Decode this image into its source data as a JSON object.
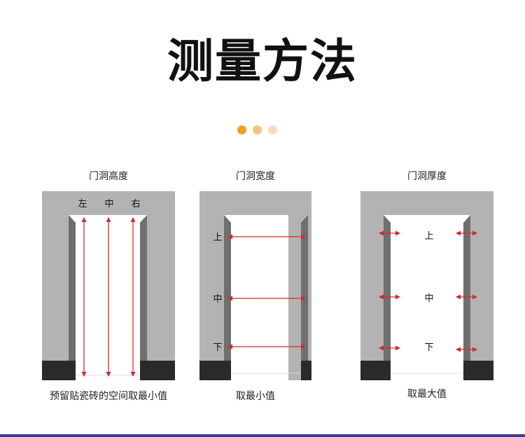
{
  "title": "测量方法",
  "dots": {
    "colors": [
      "#f0a021",
      "#f4c384",
      "#f8dcbc"
    ]
  },
  "panels": [
    {
      "label": "门洞高度",
      "marks": [
        "左",
        "中",
        "右"
      ],
      "caption": "预留贴瓷砖的空间取最小值"
    },
    {
      "label": "门洞宽度",
      "marks": [
        "上",
        "中",
        "下"
      ],
      "caption": "取最小值"
    },
    {
      "label": "门洞厚度",
      "marks": [
        "上",
        "中",
        "下"
      ],
      "caption": "取最大值"
    }
  ],
  "colors": {
    "wall": "#b3b3b3",
    "opening": "#ffffff",
    "jamb": "#6f6f6f",
    "base": "#2a2a2a",
    "arrow": "#d42a2a",
    "bottom_bar": "#3b3f9a"
  }
}
